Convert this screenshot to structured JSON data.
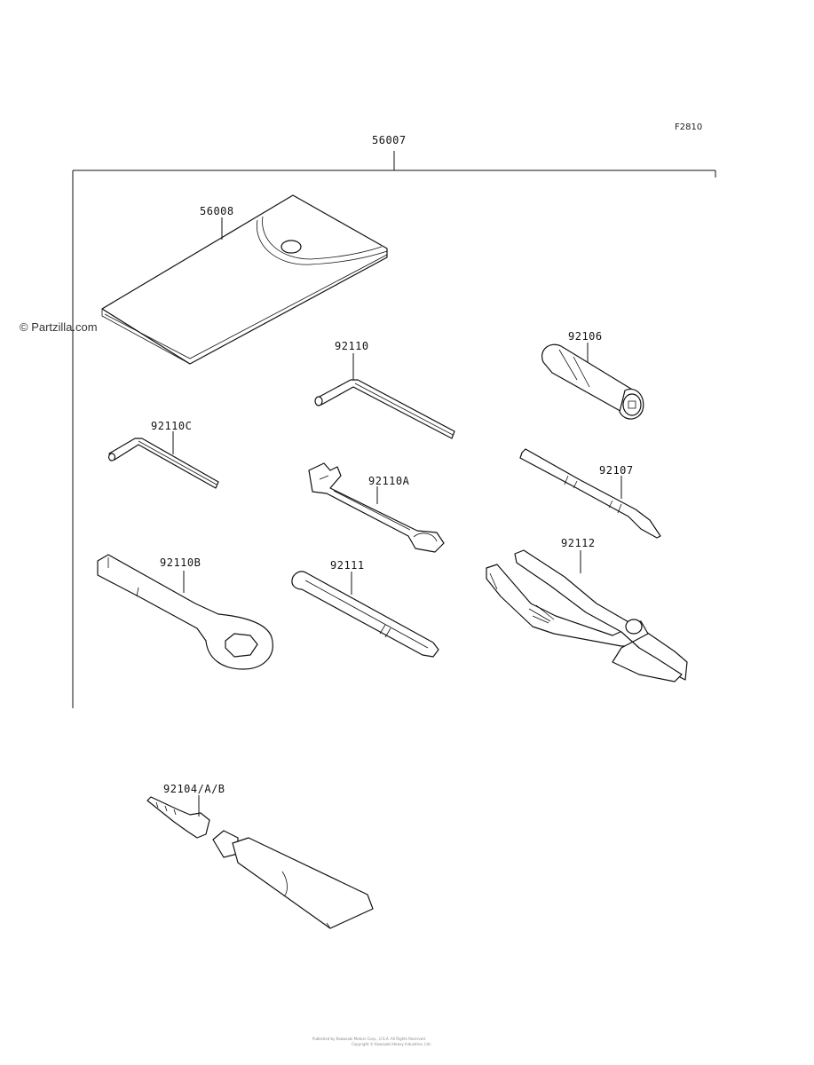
{
  "diagram": {
    "ref_code": "F2810",
    "kit_part": "56007",
    "watermark": "© Partzilla.com",
    "footer_line1": "Published by Kawasaki Motors Corp., U.S.A. All Rights Reserved.",
    "footer_line2": "Copyright © Kawasaki Heavy Industries, Ltd.",
    "parts": {
      "case": "56008",
      "hex_wrench": "92110",
      "hex_wrench_small": "92110C",
      "open_wrench": "92110A",
      "ring_wrench": "92110B",
      "extension_bar": "92111",
      "socket": "92106",
      "screwdriver": "92107",
      "pliers": "92112",
      "valve_tube": "92104/A/B"
    }
  }
}
